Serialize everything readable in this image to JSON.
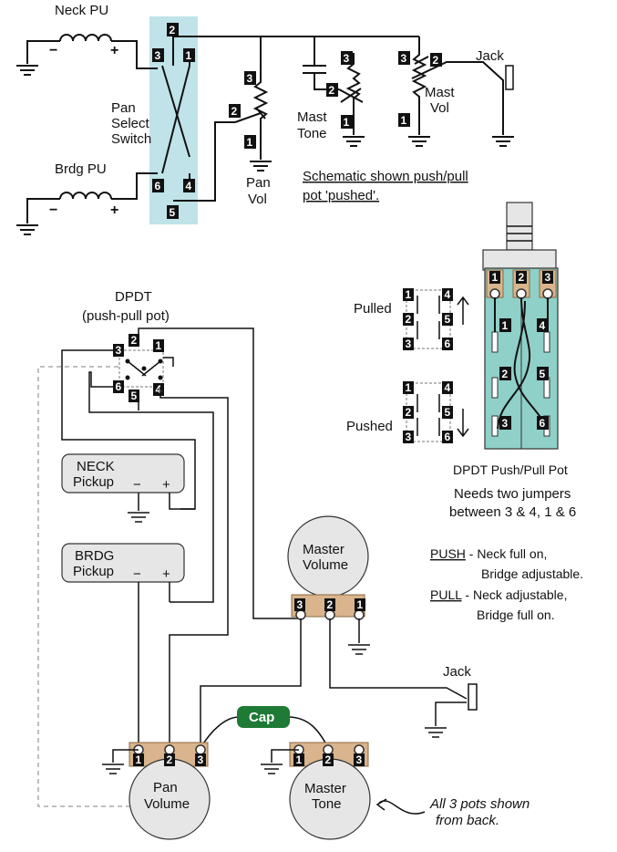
{
  "schematic": {
    "neck_pu": "Neck PU",
    "brdg_pu": "Brdg PU",
    "switch_label": [
      "Pan",
      "Select",
      "Switch"
    ],
    "pan_vol": [
      "Pan",
      "Vol"
    ],
    "mast_tone": [
      "Mast",
      "Tone"
    ],
    "mast_vol": [
      "Mast",
      "Vol"
    ],
    "jack": "Jack",
    "minus": "−",
    "plus": "+",
    "note": [
      "Schematic shown push/pull",
      "pot 'pushed'."
    ],
    "switch_pins": [
      "2",
      "3",
      "1",
      "6",
      "4",
      "5"
    ],
    "pot_pins": [
      "3",
      "2",
      "1"
    ]
  },
  "dpdt": {
    "title": [
      "DPDT",
      "(push-pull pot)"
    ],
    "pins": [
      "2",
      "3",
      "1",
      "6",
      "5",
      "4"
    ]
  },
  "pickups": {
    "neck": [
      "NECK",
      "Pickup"
    ],
    "brdg": [
      "BRDG",
      "Pickup"
    ],
    "minus": "−",
    "plus": "+"
  },
  "pots": {
    "master_volume": [
      "Master",
      "Volume"
    ],
    "pan_volume": [
      "Pan",
      "Volume"
    ],
    "master_tone": [
      "Master",
      "Tone"
    ],
    "lugs_mv": [
      "3",
      "2",
      "1"
    ],
    "lugs_pv": [
      "1",
      "2",
      "3"
    ],
    "lugs_mt": [
      "1",
      "2",
      "3"
    ],
    "cap": "Cap",
    "jack": "Jack"
  },
  "pushpull": {
    "pulled": "Pulled",
    "pushed": "Pushed",
    "pins": [
      "1",
      "2",
      "3",
      "4",
      "5",
      "6"
    ],
    "caption": "DPDT Push/Pull Pot",
    "jumpers": [
      "Needs two jumpers",
      "between 3 & 4, 1 & 6"
    ],
    "lugs": [
      "1",
      "2",
      "3"
    ]
  },
  "notes": {
    "push_key": "PUSH",
    "push_text": " - Neck full on,",
    "push_text2": "Bridge adjustable.",
    "pull_key": "PULL",
    "pull_text": " - Neck adjustable,",
    "pull_text2": "Bridge full on.",
    "all_pots": [
      "All 3 pots shown",
      "from back."
    ]
  },
  "colors": {
    "switch_fill": "#bfe3e8",
    "cap_fill": "#1e7a34",
    "pot_teal": "#8fd0c8",
    "lug_tan": "#d9b48c"
  }
}
